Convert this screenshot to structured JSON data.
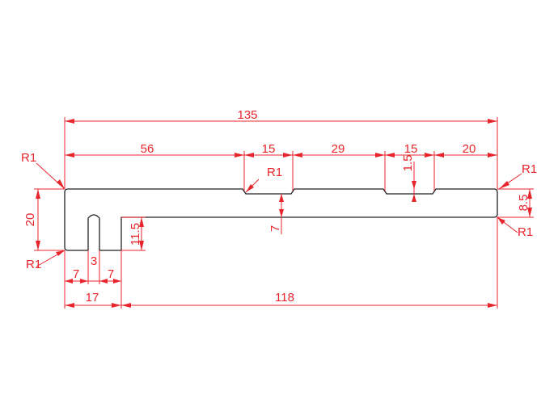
{
  "colors": {
    "dimension": "#e8242c",
    "outline": "#222222",
    "background": "#ffffff"
  },
  "dimensions": {
    "overall_width": "135",
    "seg_56": "56",
    "slot1_width": "15",
    "seg_29": "29",
    "slot2_width": "15",
    "seg_20": "20",
    "slot_depth": "1.5",
    "thickness": "8.5",
    "height": "20",
    "step": "7",
    "leg_height": "11.5",
    "base_left": "17",
    "base_right": "118",
    "leg_width_left": "7",
    "gap_width": "3",
    "leg_width_right": "7"
  },
  "radii": {
    "top_left": "R1",
    "slot": "R1",
    "right_top": "R1",
    "right_bottom": "R1",
    "bottom_left": "R1"
  }
}
